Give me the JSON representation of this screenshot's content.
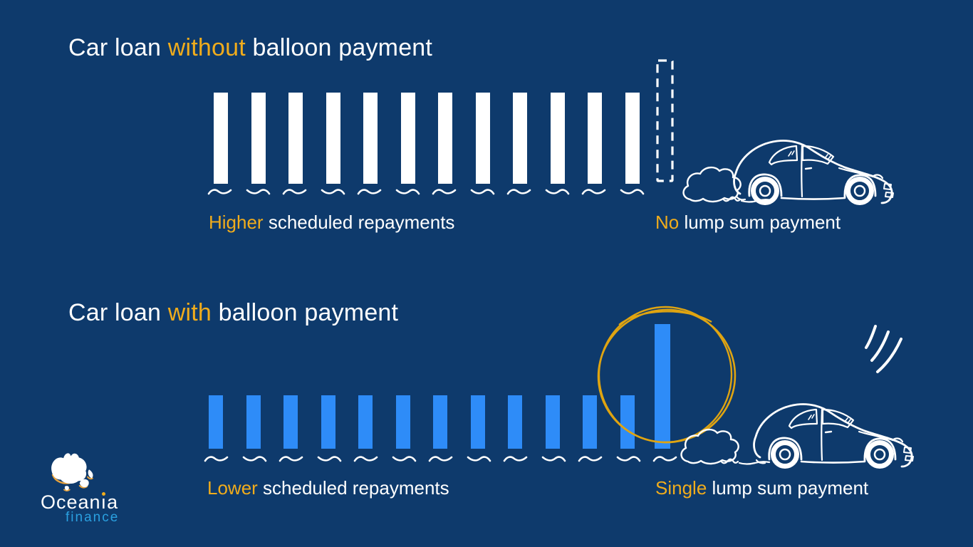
{
  "colors": {
    "background": "#0E3A6C",
    "accent_gold": "#F0AC1C",
    "circle_gold": "#DFA411",
    "logo_gold": "#E8A33D",
    "bar_white": "#FFFFFF",
    "bar_blue": "#2E8CF8",
    "line_white": "#FFFFFF",
    "finance_blue": "#2AA0E0"
  },
  "top_section": {
    "title": {
      "prefix": "Car loan ",
      "highlight": "without",
      "suffix": " balloon payment"
    },
    "bars": {
      "count": 12,
      "style": "solid-white",
      "meaning": "higher scheduled repayments"
    },
    "balloon_bar": {
      "style": "dashed-outline",
      "meaning": "no lump sum payment at end of term"
    },
    "underline_count": 12,
    "left_label": {
      "highlight": "Higher",
      "rest": " scheduled repayments"
    },
    "right_label": {
      "highlight": "No",
      "rest": " lump sum payment"
    }
  },
  "bottom_section": {
    "title": {
      "prefix": "Car loan ",
      "highlight": "with",
      "suffix": " balloon payment"
    },
    "bars": {
      "count": 12,
      "style": "solid-blue",
      "meaning": "lower scheduled repayments"
    },
    "balloon_bar": {
      "style": "tall-blue-circled",
      "meaning": "single large lump sum payment at end of term"
    },
    "underline_count": 13,
    "left_label": {
      "highlight": "Lower",
      "rest": " scheduled repayments"
    },
    "right_label": {
      "highlight": "Single",
      "rest": " lump sum payment"
    }
  },
  "logo": {
    "name": "Oceania",
    "name_display": [
      "Ocean",
      "ı",
      "a"
    ],
    "subtitle": "finance"
  },
  "icons": {
    "beetle_car": "hand-drawn VW beetle outline driving right with exhaust smoke",
    "exhaust_smoke": "cloud puff with squiggle trail",
    "balloon_circle": "hand-drawn gold circle highlighting the balloon payment bar",
    "sound_waves": "three white motion arcs",
    "australia_map": "white Oceania landmass logo mark with gold accents",
    "wave_underline": "small wavy stroke under each repayment bar"
  }
}
